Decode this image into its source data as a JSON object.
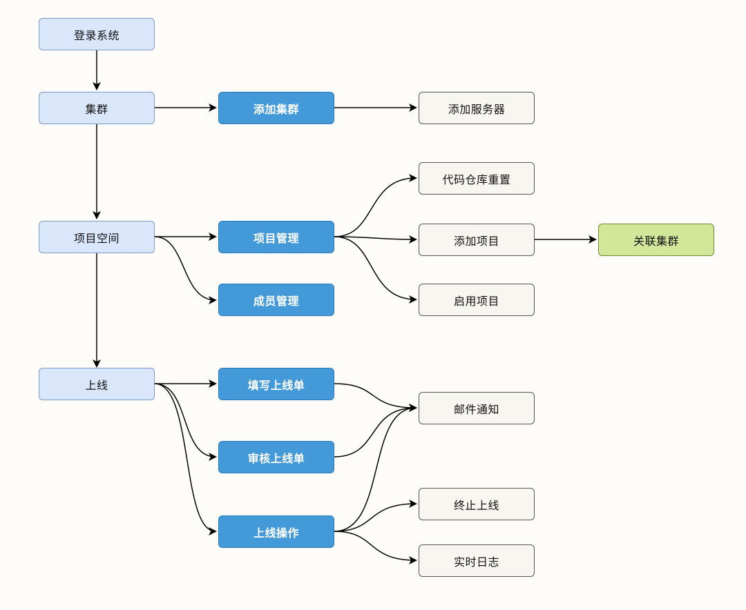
{
  "colors": {
    "background": "#fdfcf9",
    "module_fill": "#dae6f9",
    "action_fill": "#449ad8",
    "leaf_fill": "#f8f6f0",
    "highlight_fill": "#d3e79b",
    "edge": "#000000"
  },
  "nodes": {
    "login": "登录系统",
    "cluster": "集群",
    "add_cluster": "添加集群",
    "add_server": "添加服务器",
    "project_space": "项目空间",
    "project_manage": "项目管理",
    "member_manage": "成员管理",
    "repo_reset": "代码仓库重置",
    "add_project": "添加项目",
    "link_cluster": "关联集群",
    "enable_project": "启用项目",
    "release": "上线",
    "fill_release_form": "填写上线单",
    "review_release_form": "审核上线单",
    "release_operation": "上线操作",
    "email_notify": "邮件通知",
    "terminate_release": "终止上线",
    "realtime_log": "实时日志"
  }
}
